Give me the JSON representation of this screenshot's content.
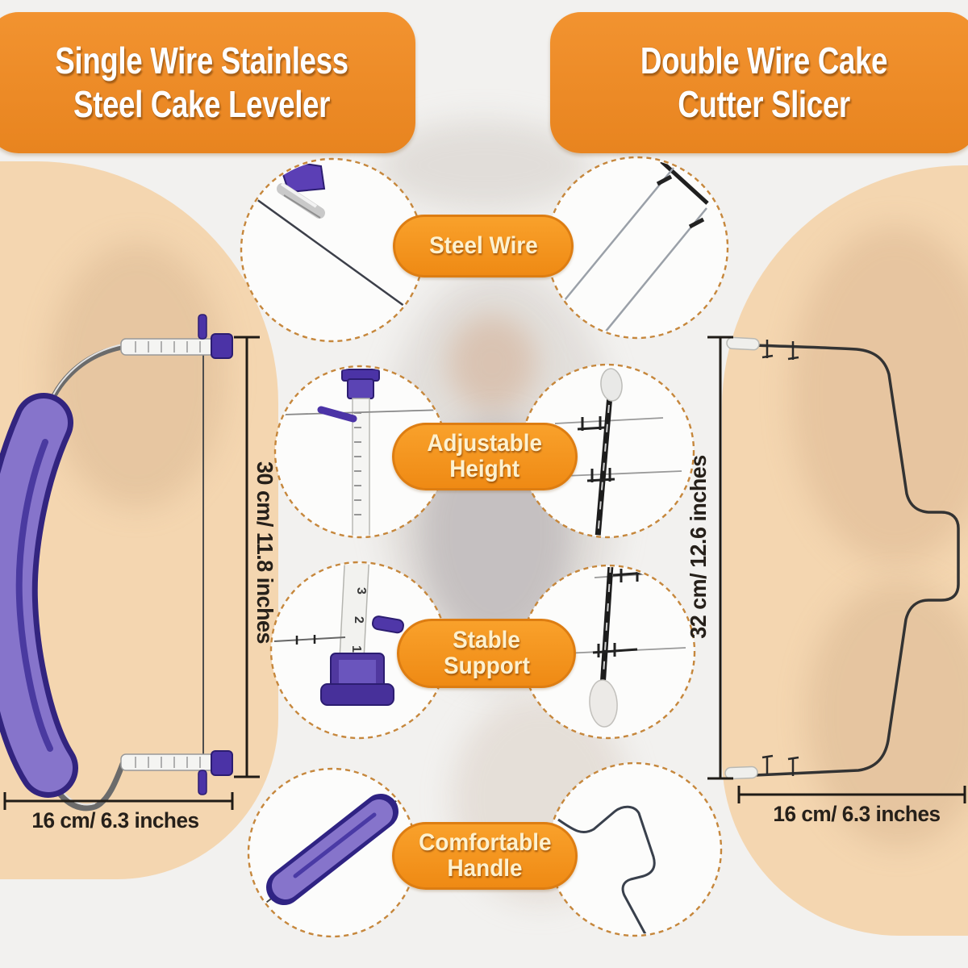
{
  "banners": {
    "left": {
      "line1": "Single Wire Stainless",
      "line2": "Steel Cake Leveler"
    },
    "right": {
      "line1": "Double Wire Cake",
      "line2": "Cutter Slicer"
    }
  },
  "callouts": [
    {
      "id": "steel-wire",
      "line1": "Steel Wire",
      "line2": ""
    },
    {
      "id": "adjustable-height",
      "line1": "Adjustable",
      "line2": "Height"
    },
    {
      "id": "stable-support",
      "line1": "Stable",
      "line2": "Support"
    },
    {
      "id": "comfortable-handle",
      "line1": "Comfortable",
      "line2": "Handle"
    }
  ],
  "dimensions": {
    "single_height": "30 cm/ 11.8 inches",
    "single_width": "16 cm/ 6.3 inches",
    "double_height": "32 cm/ 12.6 inches",
    "double_width": "16 cm/ 6.3 inches"
  },
  "ruler_marks": [
    "3",
    "2",
    "1"
  ],
  "colors": {
    "banner_orange": "#ee8c27",
    "pill_orange": "#f6931c",
    "pill_border": "#dd7d12",
    "peach_panel": "#f4d6b0",
    "circle_dash": "#c6873c",
    "handle_purple": "#8674cb",
    "handle_outline": "#32247f",
    "dimension_ink": "#1f1b16"
  }
}
